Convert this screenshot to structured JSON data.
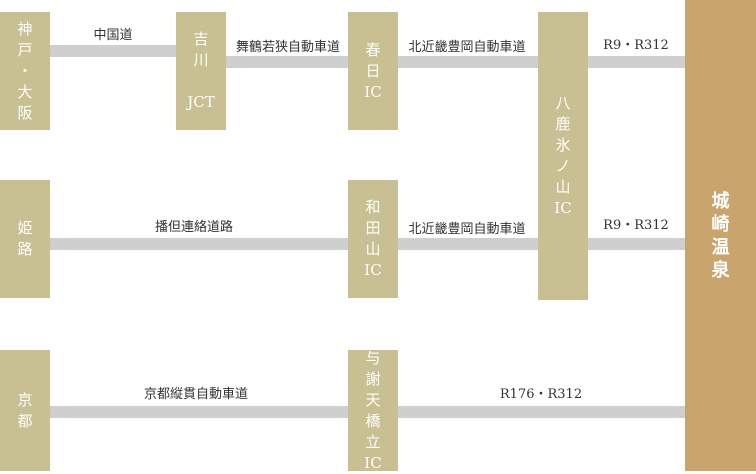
{
  "nodes": {
    "kobe_osaka": [
      "神",
      "戸",
      "・",
      "大",
      "阪"
    ],
    "yoshikawa": [
      "吉",
      "川",
      "",
      "JCT"
    ],
    "kasuga": [
      "春",
      "日",
      "IC"
    ],
    "yabu": [
      "八",
      "鹿",
      "氷",
      "ノ",
      "山",
      "IC"
    ],
    "himeji": [
      "姫",
      "路"
    ],
    "wadayama": [
      "和",
      "田",
      "山",
      "IC"
    ],
    "kyoto": [
      "京",
      "都"
    ],
    "yosa": [
      "与",
      "謝",
      "天",
      "橋",
      "立",
      "IC"
    ]
  },
  "destination": [
    "城",
    "崎",
    "温",
    "泉"
  ],
  "roads": {
    "chugoku": "中国道",
    "maizuru": "舞鶴若狭自動車道",
    "kitakinki_1": "北近畿豊岡自動車道",
    "r9_1": "R9・R312",
    "banshin": "播但連絡道路",
    "kitakinki_2": "北近畿豊岡自動車道",
    "r9_2": "R9・R312",
    "kyoto_jukan": "京都縦貫自動車道",
    "r176": "R176・R312"
  },
  "colors": {
    "node": "#c8c092",
    "destination": "#c9a46c",
    "road": "#cfcfcf"
  }
}
